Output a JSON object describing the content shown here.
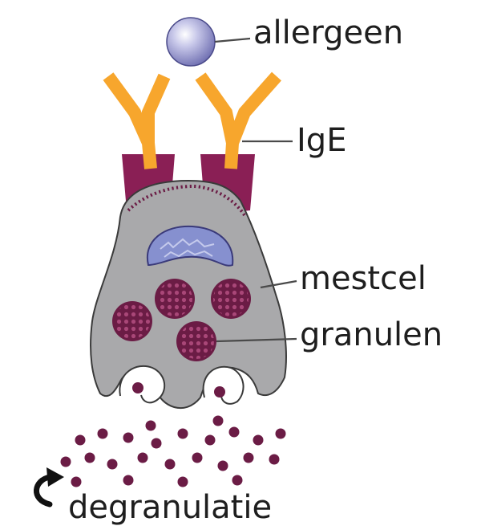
{
  "labels": {
    "allergen": "allergeen",
    "ige": "IgE",
    "mast_cell": "mestcel",
    "granules": "granulen",
    "degranulation": "degranulatie"
  },
  "colors": {
    "background": "#ffffff",
    "allergen": "#8f8fc8",
    "antibody": "#f7a62d",
    "receptor": "#8a1f55",
    "cell_body": "#a9a9ab",
    "cell_outline": "#3a3a3a",
    "nucleus": "#8690cf",
    "granule": "#6b1c45",
    "granule_spot": "#b04d7d",
    "text": "#1e1e1e"
  }
}
